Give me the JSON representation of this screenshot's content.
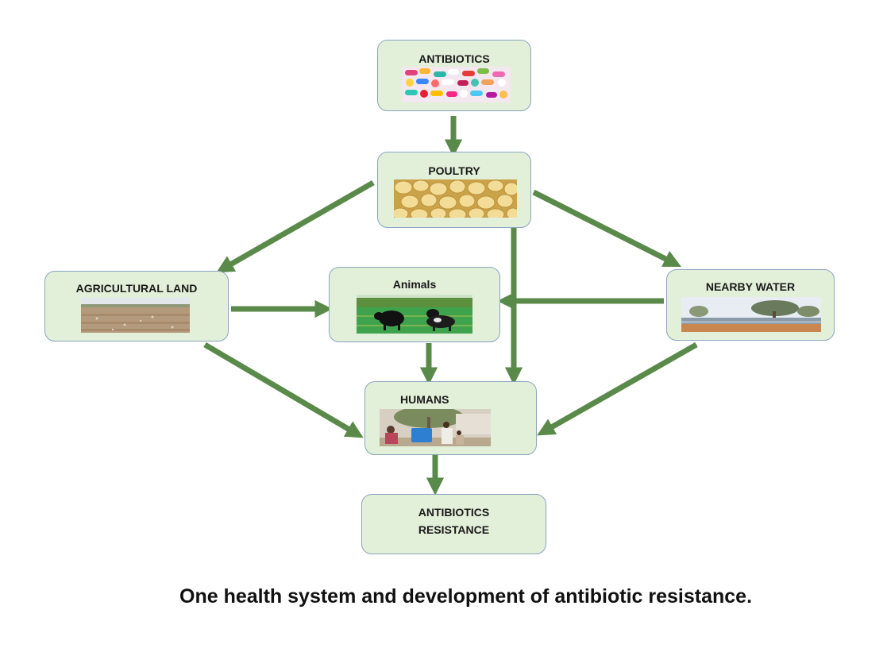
{
  "nodes": {
    "antibiotics": {
      "label": "ANTIBIOTICS",
      "image": "colorful pills and capsules"
    },
    "poultry": {
      "label": "POULTRY",
      "image": "poultry feed grains"
    },
    "agricultural_land": {
      "label": "AGRICULTURAL LAND",
      "image": "dry farmland"
    },
    "animals": {
      "label": "Animals",
      "image": "cattle grazing in green field"
    },
    "nearby_water": {
      "label": "NEARBY WATER",
      "image": "pond with trees"
    },
    "humans": {
      "label": "HUMANS",
      "image": "people near water drum under tree"
    },
    "resistance": {
      "label_line1": "ANTIBIOTICS",
      "label_line2": "RESISTANCE"
    }
  },
  "edges": [
    [
      "antibiotics",
      "poultry"
    ],
    [
      "poultry",
      "agricultural_land"
    ],
    [
      "poultry",
      "nearby_water"
    ],
    [
      "poultry",
      "humans"
    ],
    [
      "agricultural_land",
      "animals"
    ],
    [
      "nearby_water",
      "animals"
    ],
    [
      "animals",
      "humans"
    ],
    [
      "agricultural_land",
      "humans"
    ],
    [
      "nearby_water",
      "humans"
    ],
    [
      "humans",
      "resistance"
    ]
  ],
  "caption": "One health system and development of antibiotic resistance.",
  "colors": {
    "arrow": "#5a8a4a",
    "node_fill": "#e2efd9",
    "node_border": "#8aa6bf"
  }
}
